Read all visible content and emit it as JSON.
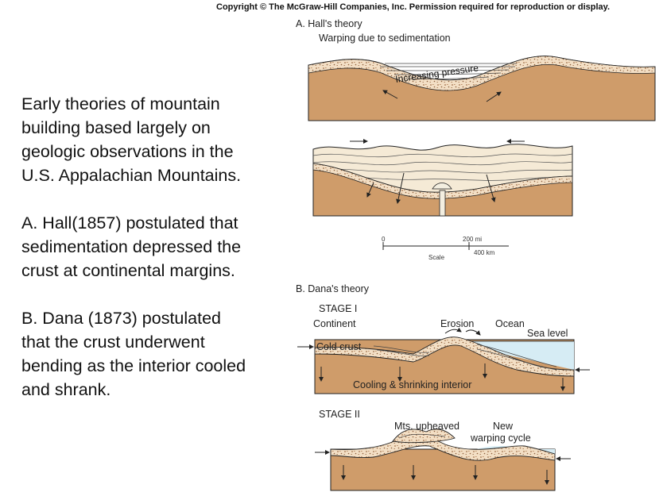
{
  "copyright": "Copyright © The McGraw-Hill Companies, Inc. Permission required for reproduction or display.",
  "text": {
    "para1": [
      "Early theories of mountain",
      "building based largely on",
      "geologic observations in the",
      "U.S. Appalachian Mountains."
    ],
    "para2": [
      "A. Hall(1857) postulated that",
      "sedimentation depressed the",
      "crust at continental margins."
    ],
    "para3": [
      "B. Dana (1873) postulated",
      "that the crust underwent",
      "bending as the interior cooled",
      "and shrank."
    ]
  },
  "figure_a": {
    "title": "A. Hall's theory",
    "subtitle": "Warping due to sedimentation",
    "pressure_label": "Increasing pressure",
    "scale": {
      "zero": "0",
      "mi": "200 mi",
      "km": "400 km",
      "label": "Scale"
    }
  },
  "figure_b": {
    "title": "B. Dana's theory",
    "stage1": {
      "label": "STAGE I",
      "continent": "Continent",
      "erosion": "Erosion",
      "ocean": "Ocean",
      "sea_level": "Sea level",
      "cold_crust": "Cold crust",
      "interior": "Cooling & shrinking interior"
    },
    "stage2": {
      "label": "STAGE II",
      "mts": "Mts. upheaved",
      "new_line1": "New",
      "new_line2": "warping cycle"
    }
  },
  "colors": {
    "crust_brown": "#cf9c6a",
    "sediment_light": "#f6ecd8",
    "speckle_layer": "#f1dcc0",
    "water": "#cfe8f2",
    "outline": "#222222"
  }
}
